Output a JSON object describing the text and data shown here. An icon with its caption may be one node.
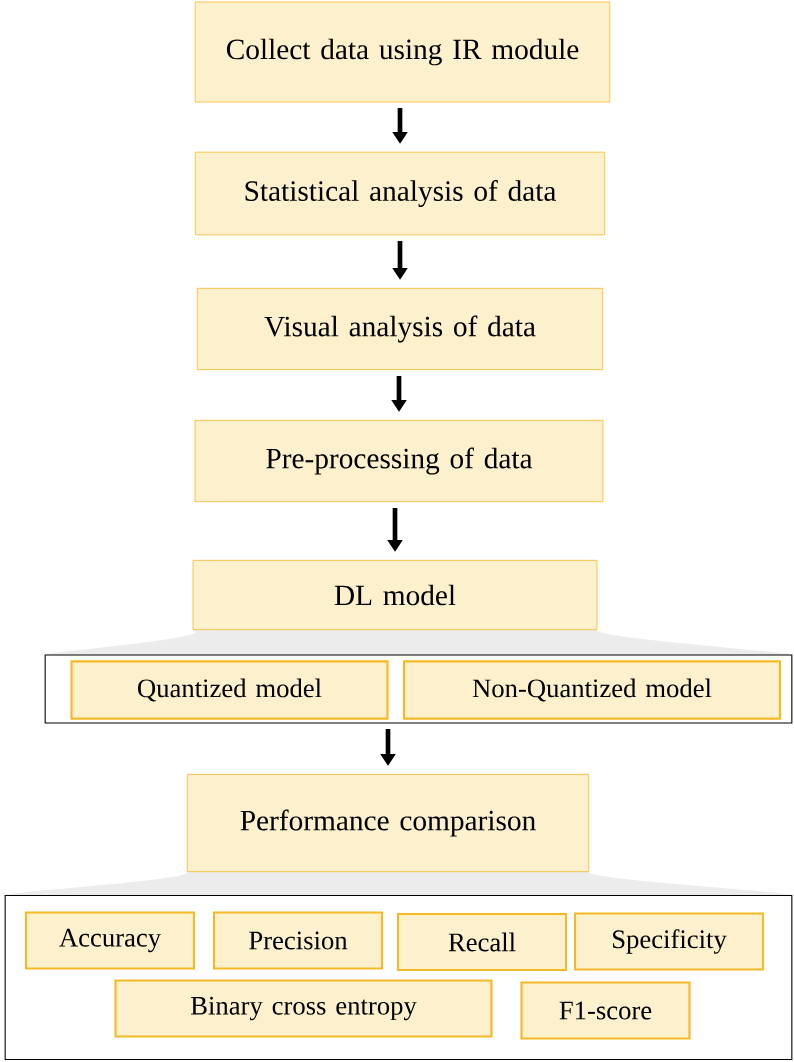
{
  "diagram": {
    "nodes": [
      {
        "text": [
          "Collect data using IR module"
        ]
      },
      {
        "text": [
          "Statistical analysis of data"
        ]
      },
      {
        "text": [
          "Visual analysis of data"
        ]
      },
      {
        "text": [
          "Pre-processing of data"
        ]
      },
      {
        "text": [
          "DL model"
        ]
      },
      {
        "text": [],
        "shape": "box"
      },
      {
        "text": [
          "Quantized model"
        ],
        "in": 5
      },
      {
        "text": [
          "Non-Quantized model"
        ],
        "in": 5
      },
      {
        "text": [
          "Performance comparison"
        ]
      },
      {
        "text": [],
        "shape": "box"
      },
      {
        "text": [
          "Accuracy"
        ],
        "in": 9
      },
      {
        "text": [
          "Precision"
        ],
        "in": 9
      },
      {
        "text": [
          "Recall"
        ],
        "in": 9
      },
      {
        "text": [
          "Specificity"
        ],
        "in": 9
      },
      {
        "text": [
          "Binary cross entropy"
        ],
        "in": 9
      },
      {
        "text": [
          "F1-score"
        ],
        "in": 9
      }
    ],
    "edges": [
      {
        "from": 0,
        "to": 1,
        "arrow": "to"
      },
      {
        "from": 1,
        "to": 2,
        "arrow": "to"
      },
      {
        "from": 2,
        "to": 3,
        "arrow": "to"
      },
      {
        "from": 3,
        "to": 4,
        "arrow": "to"
      },
      {
        "from": 5,
        "to": 8,
        "arrow": "to"
      }
    ]
  }
}
